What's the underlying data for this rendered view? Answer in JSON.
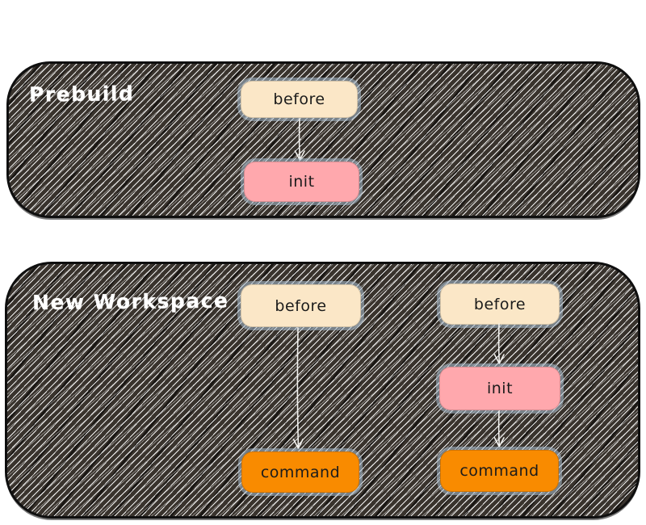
{
  "panels": {
    "prebuild": {
      "label": "Prebuild",
      "nodes": {
        "before": {
          "label": "before",
          "fill": "#fbe7c7"
        },
        "init": {
          "label": "init",
          "fill": "#ffa8ad"
        }
      }
    },
    "new_workspace": {
      "label": "New Workspace",
      "left_flow": {
        "before": {
          "label": "before",
          "fill": "#fbe7c7"
        },
        "command": {
          "label": "command",
          "fill": "#f98b00"
        }
      },
      "right_flow": {
        "before": {
          "label": "before",
          "fill": "#fbe7c7"
        },
        "init": {
          "label": "init",
          "fill": "#ffa8ad"
        },
        "command": {
          "label": "command",
          "fill": "#f98b00"
        }
      }
    }
  },
  "colors": {
    "before_fill": "#fbe7c7",
    "init_fill": "#ffa8ad",
    "command_fill": "#f98b00",
    "panel_fill": "#39332d",
    "hatch_line": "#ffffff",
    "panel_border": "#0f0f0f",
    "panel_label_text": "#ffffff",
    "node_text": "#1b1b1b",
    "arrow_stroke": "#f2f1ee",
    "node_halo": "#adc1d4",
    "page_background": "#ffffff"
  }
}
